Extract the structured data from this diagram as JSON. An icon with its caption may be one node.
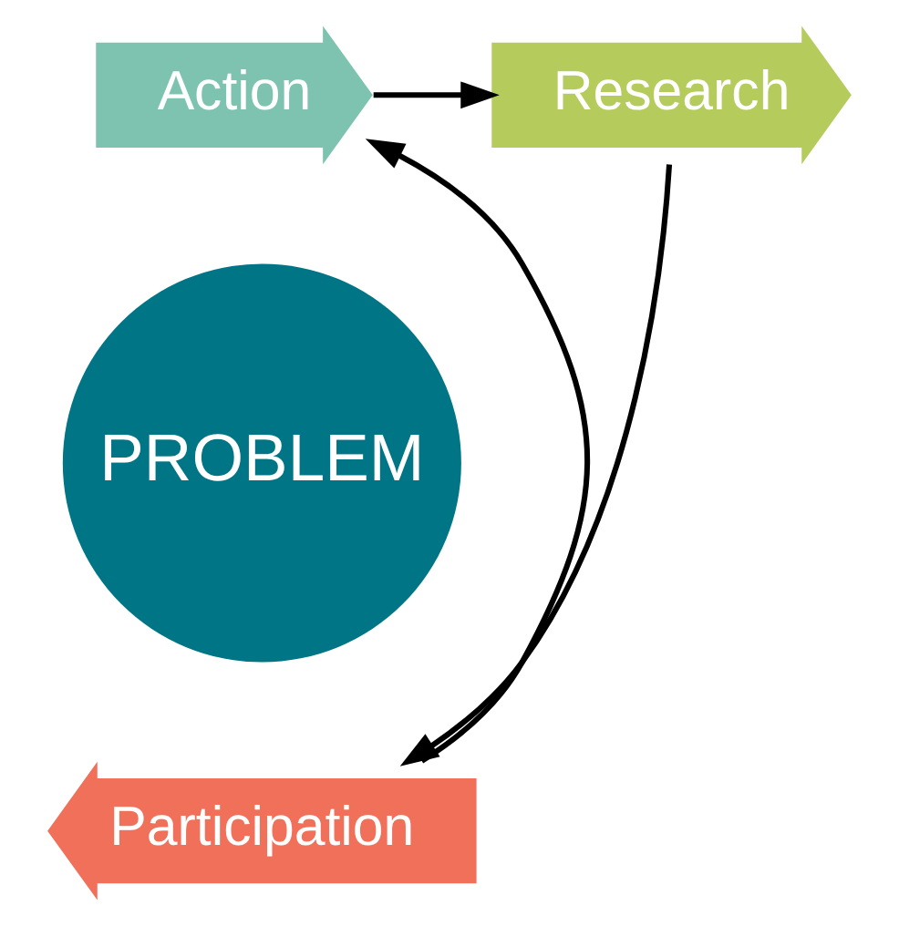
{
  "diagram": {
    "nodes": [
      {
        "text": [
          "PROBLEM"
        ]
      },
      {
        "text": [
          "Action"
        ]
      },
      {
        "text": [
          "Research"
        ]
      },
      {
        "text": [
          "Participation"
        ]
      }
    ],
    "edges": [
      {
        "from": 1,
        "to": 2,
        "arrow": "to"
      },
      {
        "from": 2,
        "to": 3,
        "arrow": "to"
      },
      {
        "from": 3,
        "to": 1,
        "arrow": "to"
      }
    ]
  }
}
